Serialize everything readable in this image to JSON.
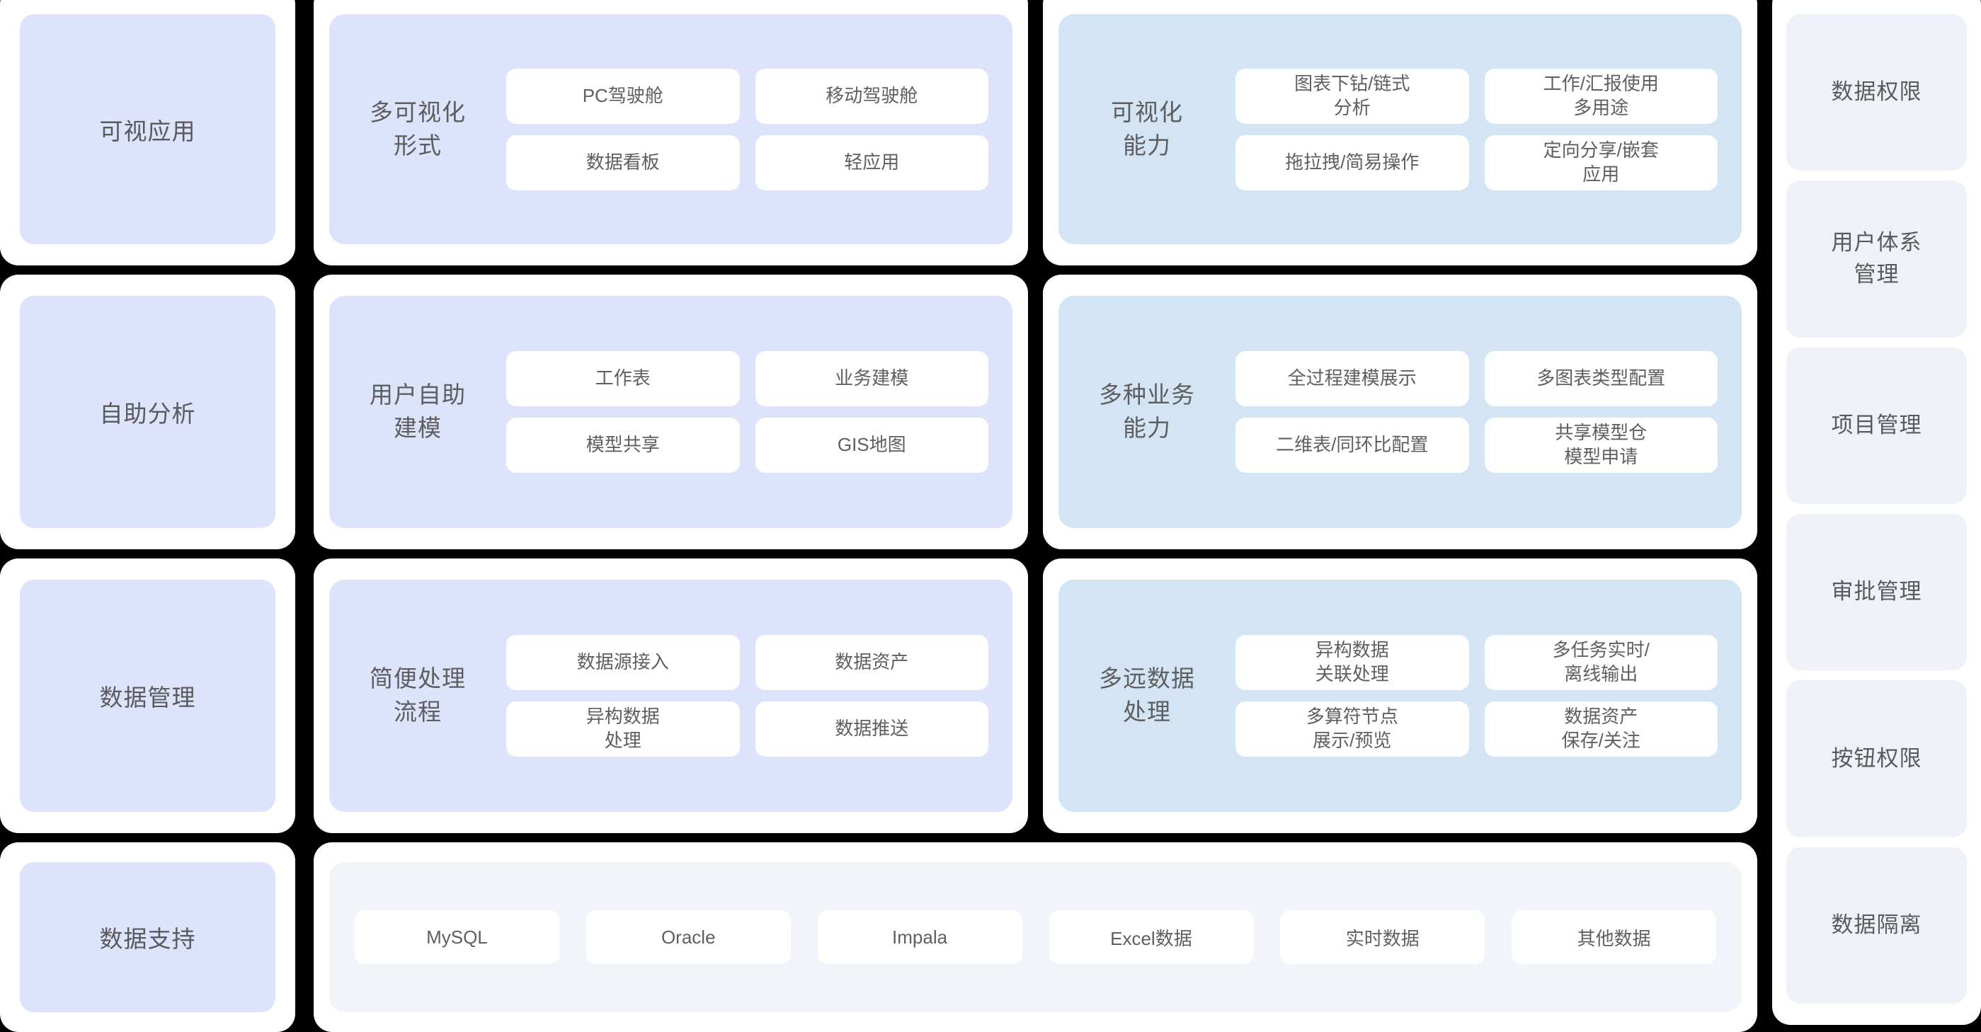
{
  "colors": {
    "background": "#000000",
    "card": "#ffffff",
    "periwinkle": "#dde3fb",
    "sky": "#d3e5f5",
    "grey_panel": "#f1f4f9",
    "sidebar_item": "#eef2f8",
    "text": "#5a5a5a"
  },
  "categories": [
    {
      "label": "可视应用"
    },
    {
      "label": "自助分析"
    },
    {
      "label": "数据管理"
    },
    {
      "label": "数据支持"
    }
  ],
  "rows": [
    {
      "category": "可视应用",
      "middle": {
        "title_lines": [
          "多可视化",
          "形式"
        ],
        "tiles": [
          {
            "lines": [
              "PC驾驶舱"
            ]
          },
          {
            "lines": [
              "移动驾驶舱"
            ]
          },
          {
            "lines": [
              "数据看板"
            ]
          },
          {
            "lines": [
              "轻应用"
            ]
          }
        ]
      },
      "right": {
        "title_lines": [
          "可视化",
          "能力"
        ],
        "tiles": [
          {
            "lines": [
              "图表下钻/链式",
              "分析"
            ]
          },
          {
            "lines": [
              "工作/汇报使用",
              "多用途"
            ]
          },
          {
            "lines": [
              "拖拉拽/简易操作"
            ]
          },
          {
            "lines": [
              "定向分享/嵌套",
              "应用"
            ]
          }
        ]
      }
    },
    {
      "category": "自助分析",
      "middle": {
        "title_lines": [
          "用户自助",
          "建模"
        ],
        "tiles": [
          {
            "lines": [
              "工作表"
            ]
          },
          {
            "lines": [
              "业务建模"
            ]
          },
          {
            "lines": [
              "模型共享"
            ]
          },
          {
            "lines": [
              "GIS地图"
            ]
          }
        ]
      },
      "right": {
        "title_lines": [
          "多种业务",
          "能力"
        ],
        "tiles": [
          {
            "lines": [
              "全过程建模展示"
            ]
          },
          {
            "lines": [
              "多图表类型配置"
            ]
          },
          {
            "lines": [
              "二维表/同环比配置"
            ]
          },
          {
            "lines": [
              "共享模型仓",
              "模型申请"
            ]
          }
        ]
      }
    },
    {
      "category": "数据管理",
      "middle": {
        "title_lines": [
          "简便处理",
          "流程"
        ],
        "tiles": [
          {
            "lines": [
              "数据源接入"
            ]
          },
          {
            "lines": [
              "数据资产"
            ]
          },
          {
            "lines": [
              "异构数据",
              "处理"
            ]
          },
          {
            "lines": [
              "数据推送"
            ]
          }
        ]
      },
      "right": {
        "title_lines": [
          "多远数据",
          "处理"
        ],
        "tiles": [
          {
            "lines": [
              "异构数据",
              "关联处理"
            ]
          },
          {
            "lines": [
              "多任务实时/",
              "离线输出"
            ]
          },
          {
            "lines": [
              "多算符节点",
              "展示/预览"
            ]
          },
          {
            "lines": [
              "数据资产",
              "保存/关注"
            ]
          }
        ]
      }
    }
  ],
  "data_support": {
    "category": "数据支持",
    "chips": [
      {
        "label": "MySQL"
      },
      {
        "label": "Oracle"
      },
      {
        "label": "Impala"
      },
      {
        "label": "Excel数据"
      },
      {
        "label": "实时数据"
      },
      {
        "label": "其他数据"
      }
    ]
  },
  "sidebar": {
    "items": [
      {
        "lines": [
          "数据权限"
        ]
      },
      {
        "lines": [
          "用户体系",
          "管理"
        ]
      },
      {
        "lines": [
          "项目管理"
        ]
      },
      {
        "lines": [
          "审批管理"
        ]
      },
      {
        "lines": [
          "按钮权限"
        ]
      },
      {
        "lines": [
          "数据隔离"
        ]
      }
    ]
  }
}
